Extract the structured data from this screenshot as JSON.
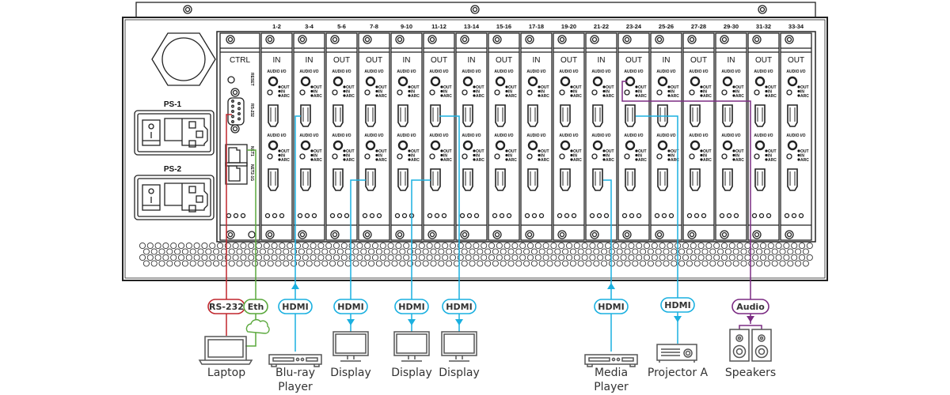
{
  "chassis": {
    "power_supplies": [
      "PS-1",
      "PS-2"
    ],
    "ctrl_slot": {
      "header": "CTRL",
      "ports": [
        "RESET",
        "RS-232",
        "NET1",
        "NET2-1G"
      ]
    },
    "audio_label": "AUDIO I/O",
    "led_labels": [
      "OUT",
      "IN",
      "ARC"
    ],
    "slots": [
      {
        "label": "1-2",
        "mode": "IN"
      },
      {
        "label": "3-4",
        "mode": "IN"
      },
      {
        "label": "5-6",
        "mode": "OUT"
      },
      {
        "label": "7-8",
        "mode": "OUT"
      },
      {
        "label": "9-10",
        "mode": "IN"
      },
      {
        "label": "11-12",
        "mode": "OUT"
      },
      {
        "label": "13-14",
        "mode": "IN"
      },
      {
        "label": "15-16",
        "mode": "OUT"
      },
      {
        "label": "17-18",
        "mode": "IN"
      },
      {
        "label": "19-20",
        "mode": "OUT"
      },
      {
        "label": "21-22",
        "mode": "IN"
      },
      {
        "label": "23-24",
        "mode": "OUT"
      },
      {
        "label": "25-26",
        "mode": "IN"
      },
      {
        "label": "27-28",
        "mode": "OUT"
      },
      {
        "label": "29-30",
        "mode": "IN"
      },
      {
        "label": "31-32",
        "mode": "OUT"
      },
      {
        "label": "33-34",
        "mode": "OUT"
      }
    ]
  },
  "colors": {
    "rs232": "#c0272d",
    "ethernet": "#5aa83c",
    "hdmi": "#1ab0e0",
    "audio": "#7b2c83",
    "outline": "#222222"
  },
  "connections": [
    {
      "signal": "RS-232",
      "color": "rs232",
      "device": "Laptop",
      "device2": ""
    },
    {
      "signal": "Eth",
      "color": "ethernet",
      "device": "",
      "device2": ""
    },
    {
      "signal": "HDMI",
      "color": "hdmi",
      "device": "Blu-ray",
      "device2": "Player"
    },
    {
      "signal": "HDMI",
      "color": "hdmi",
      "device": "Display",
      "device2": ""
    },
    {
      "signal": "HDMI",
      "color": "hdmi",
      "device": "Display",
      "device2": ""
    },
    {
      "signal": "HDMI",
      "color": "hdmi",
      "device": "Display",
      "device2": ""
    },
    {
      "signal": "HDMI",
      "color": "hdmi",
      "device": "Media",
      "device2": "Player"
    },
    {
      "signal": "HDMI",
      "color": "hdmi",
      "device": "Projector A",
      "device2": ""
    },
    {
      "signal": "Audio",
      "color": "audio",
      "device": "Speakers",
      "device2": ""
    }
  ]
}
